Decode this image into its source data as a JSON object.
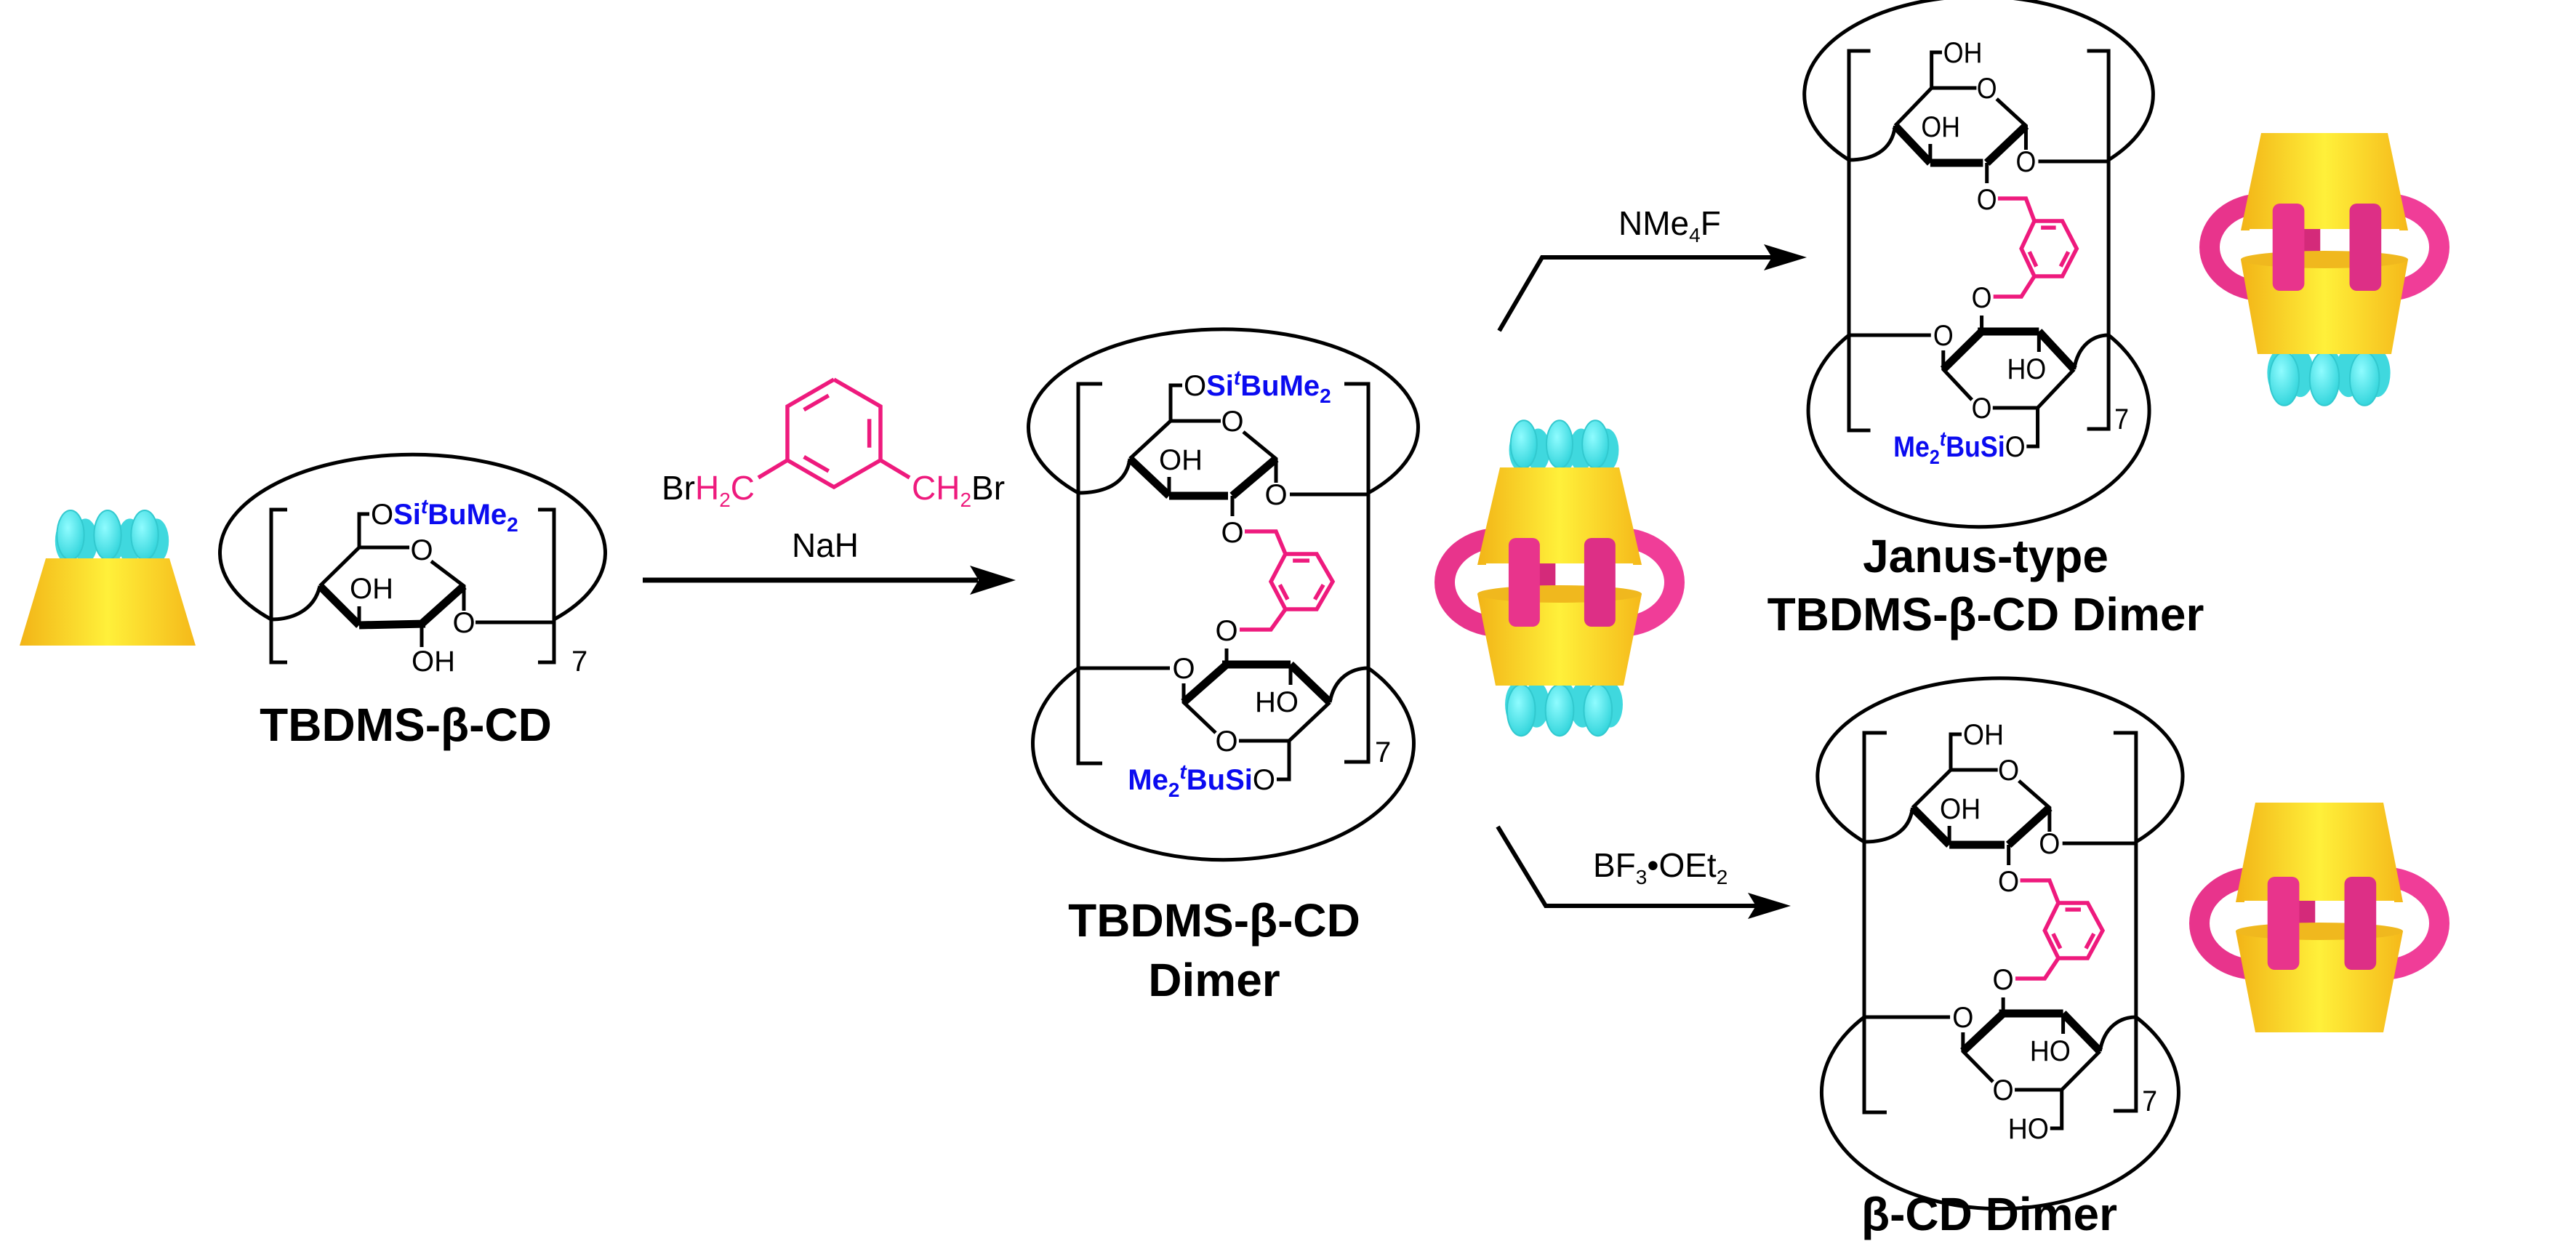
{
  "colors": {
    "linker": "#ee1a7d",
    "silyl": "#0b0bf0",
    "cd_cone": "#ffd42a",
    "silyl_blob": "#4fe9ef",
    "linker_cartoon": "#e8348c"
  },
  "atoms": {
    "O": "O",
    "OH": "OH",
    "HO": "HO",
    "repeat": "7"
  },
  "silyl": {
    "Si": "Si",
    "t": "t",
    "BuMe": "BuMe",
    "sub": "2",
    "Me": "Me",
    "BuSi": "BuSi"
  },
  "starting_material": {
    "label": "TBDMS-β-CD"
  },
  "step1": {
    "reagent_left": {
      "Br": "Br",
      "H": "H",
      "sub": "2",
      "C": "C"
    },
    "reagent_right": {
      "C": "C",
      "H": "H",
      "sub": "2",
      "Br": "Br"
    },
    "base": "NaH"
  },
  "intermediate": {
    "label_line1": "TBDMS-β-CD",
    "label_line2": "Dimer"
  },
  "step2": {
    "NMe": "NMe",
    "sub": "4",
    "F": "F"
  },
  "product_janus": {
    "label_line1": "Janus-type",
    "label_line2": "TBDMS-β-CD Dimer"
  },
  "step3": {
    "BF": "BF",
    "sub3": "3",
    "OEt": "•OEt",
    "sub2": "2"
  },
  "product_dimer": {
    "label": "β-CD Dimer"
  }
}
